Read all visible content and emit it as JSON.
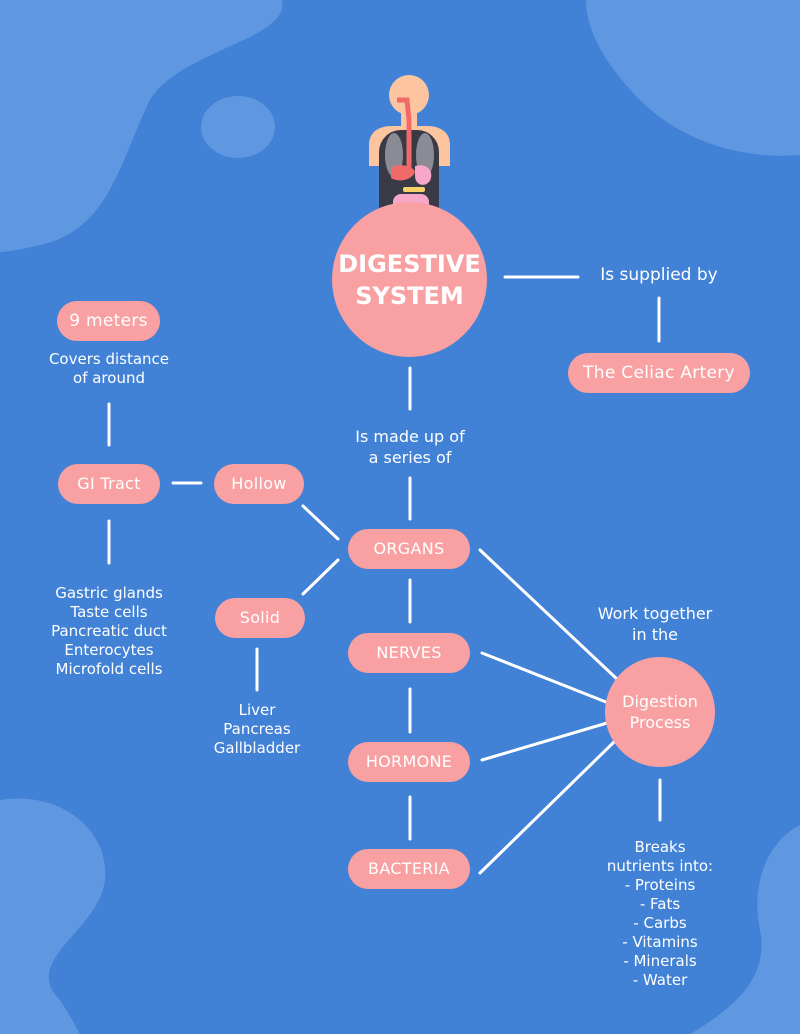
{
  "colors": {
    "background": "#4181d6",
    "blob": "#5f97e0",
    "node": "#f9a1a2",
    "text": "#ffffff",
    "connector": "#ffffff"
  },
  "main": {
    "title_line1": "DIGESTIVE",
    "title_line2": "SYSTEM"
  },
  "supply": {
    "label": "Is supplied by",
    "artery": "The Celiac Artery"
  },
  "gi": {
    "length": "9 meters",
    "covers": "Covers distance\nof around",
    "tract": "GI Tract",
    "cells": "Gastric glands\nTaste cells\nPancreatic duct\nEnterocytes\nMicrofold cells"
  },
  "made_up": {
    "label": "Is made up of\na series of"
  },
  "organ_types": {
    "hollow": "Hollow",
    "solid": "Solid",
    "solid_examples": "Liver\nPancreas\nGallbladder"
  },
  "components": {
    "organs": "ORGANS",
    "nerves": "NERVES",
    "hormone": "HORMONE",
    "bacteria": "BACTERIA"
  },
  "process": {
    "work_together": "Work together\nin the",
    "name": "Digestion\nProcess",
    "breaks": "Breaks\nnutrients into:\n- Proteins\n- Fats\n- Carbs\n- Vitamins\n- Minerals\n- Water"
  }
}
